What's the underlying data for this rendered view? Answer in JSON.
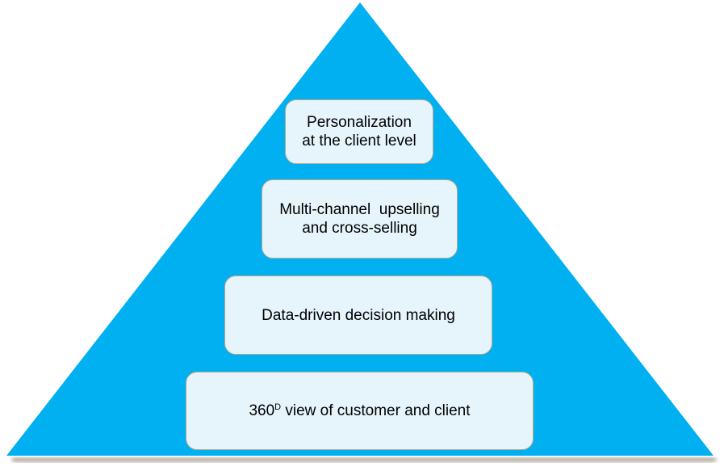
{
  "diagram": {
    "type": "pyramid",
    "colors": {
      "pyramid_fill": "#00b0f0",
      "box_fill": "#e6f5fb",
      "box_border": "#b9a98a",
      "shadow": "#b8aea4"
    },
    "levels": [
      {
        "lines": [
          "Personalization",
          "at the client level"
        ]
      },
      {
        "lines": [
          "Multi-channel  upselling",
          "and cross-selling"
        ]
      },
      {
        "lines": [
          "Data-driven decision making"
        ]
      },
      {
        "prefix": "360",
        "superscript": "D",
        "suffix": " view of customer and client"
      }
    ]
  }
}
